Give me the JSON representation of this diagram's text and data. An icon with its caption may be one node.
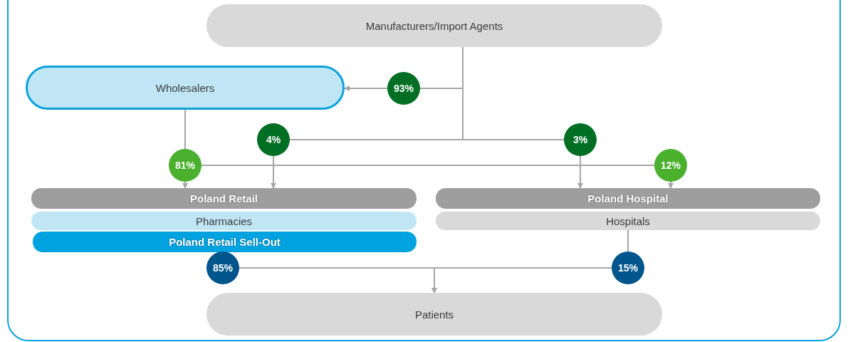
{
  "diagram": {
    "nodes": [
      {
        "text": [
          "Manufacturers/Import Agents"
        ]
      },
      {
        "text": [
          "Wholesalers"
        ]
      },
      {
        "text": [
          "Poland Retail"
        ]
      },
      {
        "text": [
          "Pharmacies"
        ]
      },
      {
        "text": [
          "Poland Retail Sell-Out"
        ]
      },
      {
        "text": [
          "Poland Hospital"
        ]
      },
      {
        "text": [
          "Hospitals"
        ]
      },
      {
        "text": [
          "Patients"
        ]
      }
    ],
    "edges": [
      {
        "from": 0,
        "to": 1,
        "arrow": "to",
        "label": "93%"
      },
      {
        "from": 0,
        "to": 2,
        "arrow": "to",
        "label": "4%"
      },
      {
        "from": 0,
        "to": 5,
        "arrow": "to",
        "label": "3%"
      },
      {
        "from": 1,
        "to": 2,
        "arrow": "to",
        "label": "81%"
      },
      {
        "from": 1,
        "to": 5,
        "arrow": "to",
        "label": "12%"
      },
      {
        "from": 4,
        "to": 7,
        "arrow": "to",
        "label": "85%"
      },
      {
        "from": 6,
        "to": 7,
        "arrow": "to",
        "label": "15%"
      }
    ]
  }
}
